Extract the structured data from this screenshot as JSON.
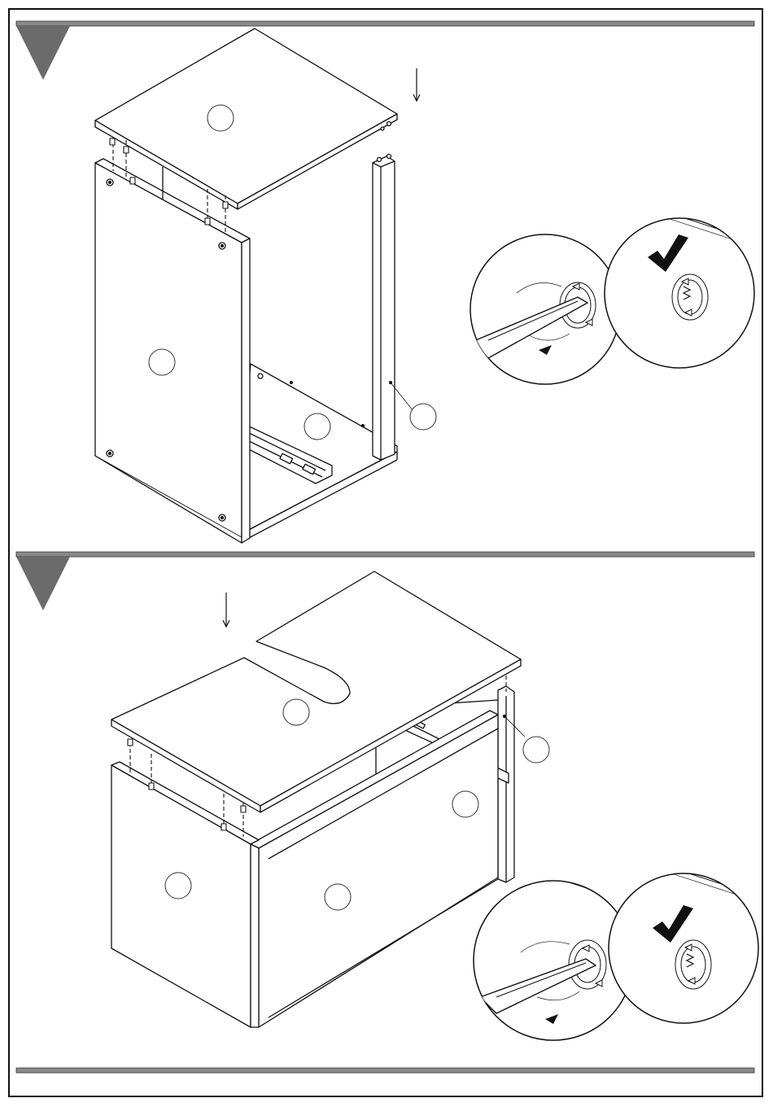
{
  "document": {
    "type": "assembly-instructions",
    "steps": [
      {
        "panel": "step-1",
        "parts_shown": [
          "top-panel",
          "side-panel",
          "bottom-panel",
          "rail",
          "drawer-runner"
        ],
        "detail_insets": [
          "cam-lock-turning",
          "cam-lock-locked"
        ],
        "check_mark": "check-icon"
      },
      {
        "panel": "step-2",
        "parts_shown": [
          "countertop-with-cutout",
          "side-panel",
          "back-panel",
          "inner-panel",
          "drawer-runner"
        ],
        "detail_insets": [
          "cam-lock-turning",
          "cam-lock-locked"
        ],
        "check_mark": "check-icon"
      }
    ]
  },
  "colors": {
    "line": "#111111",
    "band": "#8a8a8a",
    "marker": "#6b6b6b",
    "paper": "#ffffff"
  }
}
